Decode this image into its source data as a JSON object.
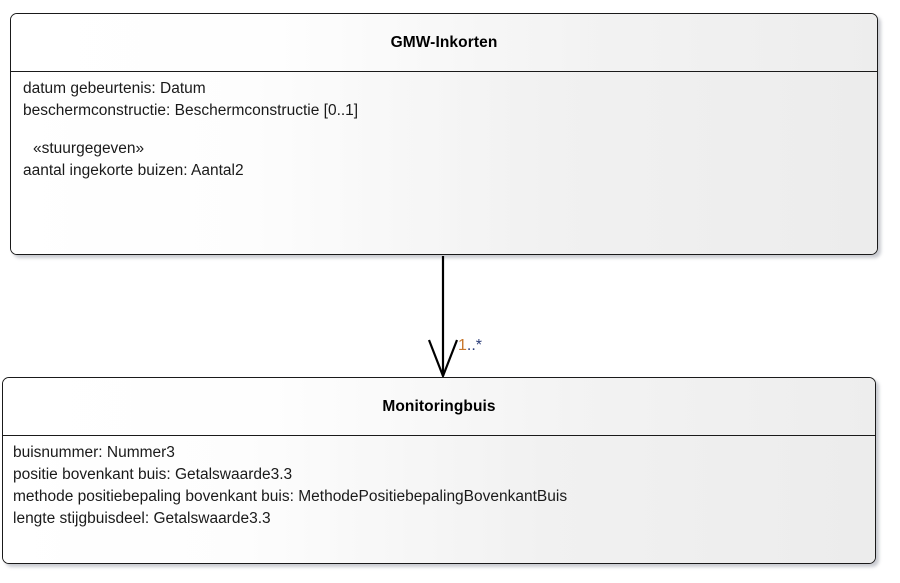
{
  "diagram": {
    "type": "uml-class-diagram",
    "background_color": "#ffffff",
    "classes": [
      {
        "id": "gmw-inkorten",
        "name": "GMW-Inkorten",
        "attributes": [
          {
            "text": "datum gebeurtenis: Datum",
            "stereotype": false
          },
          {
            "text": "beschermconstructie: Beschermconstructie [0..1]",
            "stereotype": false
          },
          {
            "text": "«stuurgegeven»",
            "stereotype": true
          },
          {
            "text": "aantal ingekorte buizen: Aantal2",
            "stereotype": false
          }
        ]
      },
      {
        "id": "monitoringbuis",
        "name": "Monitoringbuis",
        "attributes": [
          {
            "text": "buisnummer: Nummer3",
            "stereotype": false
          },
          {
            "text": "positie bovenkant buis: Getalswaarde3.3",
            "stereotype": false
          },
          {
            "text": "methode positiebepaling bovenkant buis: MethodePositiebepalingBovenkantBuis",
            "stereotype": false
          },
          {
            "text": "lengte stijgbuisdeel: Getalswaarde3.3",
            "stereotype": false
          }
        ]
      }
    ],
    "connector": {
      "kind": "association-directed",
      "arrowhead": "open-stick",
      "source": "GMW-Inkorten",
      "target": "Monitoringbuis",
      "multiplicity_label": "1..*",
      "multiplicity_lower": "1",
      "multiplicity_separator": "..",
      "multiplicity_upper": "*",
      "line_color": "#000000",
      "label_color_lower": "#c8762a",
      "label_color_upper": "#2a3c78"
    }
  }
}
